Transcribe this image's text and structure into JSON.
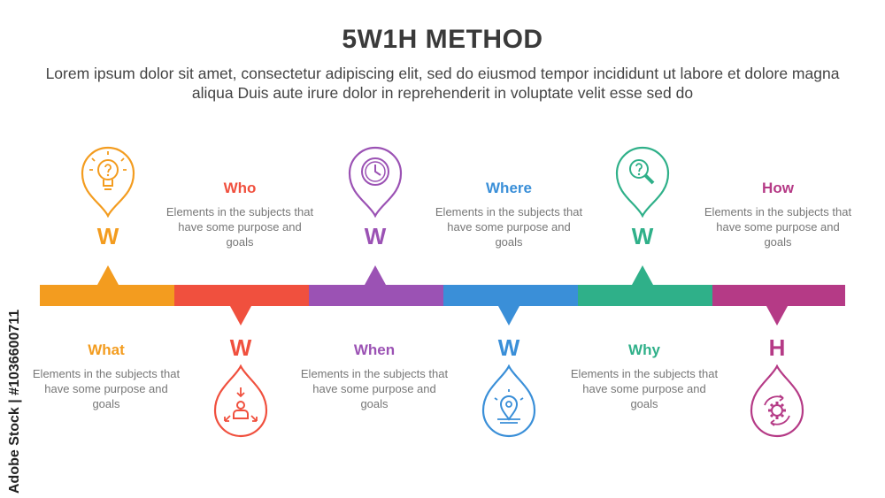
{
  "title": "5W1H METHOD",
  "subtitle": "Lorem ipsum dolor sit amet, consectetur adipiscing elit, sed do eiusmod tempor incididunt ut labore et dolore magna aliqua Duis aute irure dolor in reprehenderit in voluptate velit esse sed do",
  "watermark": "Adobe Stock | #1036600711",
  "steps": [
    {
      "letter": "W",
      "label": "What",
      "desc": "Elements in the subjects that have  some purpose and goals",
      "color": "#f39c1f",
      "icon": "lightbulb-question-icon"
    },
    {
      "letter": "W",
      "label": "Who",
      "desc": "Elements in the subjects that have  some purpose and goals",
      "color": "#f0503e",
      "icon": "person-arrows-icon"
    },
    {
      "letter": "W",
      "label": "When",
      "desc": "Elements in the subjects that have  some purpose and goals",
      "color": "#9b52b4",
      "icon": "clock-icon"
    },
    {
      "letter": "W",
      "label": "Where",
      "desc": "Elements in the subjects that have  some purpose and goals",
      "color": "#3a8fd8",
      "icon": "location-pin-icon"
    },
    {
      "letter": "W",
      "label": "Why",
      "desc": "Elements in the subjects that have  some purpose and goals",
      "color": "#2fb089",
      "icon": "magnifier-question-icon"
    },
    {
      "letter": "H",
      "label": "How",
      "desc": "Elements in the subjects that have  some purpose and goals",
      "color": "#b53a86",
      "icon": "gear-cycle-icon"
    }
  ]
}
